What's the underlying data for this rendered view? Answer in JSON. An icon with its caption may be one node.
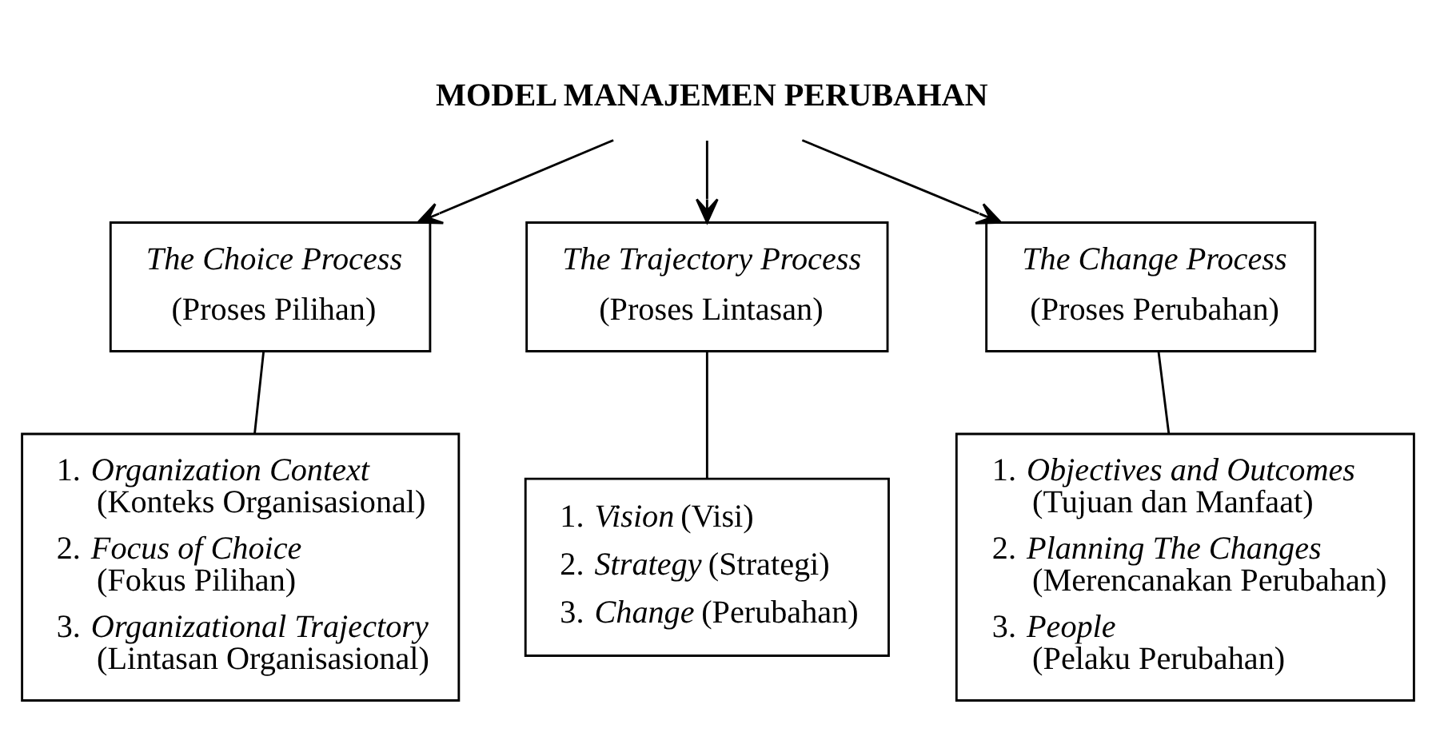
{
  "diagram": {
    "nodes": [
      {
        "text": [
          "MODEL MANAJEMEN PERUBAHAN"
        ]
      },
      {
        "text": [
          "The Choice Process",
          "(Proses Pilihan)"
        ]
      },
      {
        "text": [
          "The Trajectory Process",
          "(Proses Lintasan)"
        ]
      },
      {
        "text": [
          "The Change Process",
          "(Proses Perubahan)"
        ]
      },
      {
        "text": [
          "1. *Organization Context* (Konteks Organisasional)",
          "2. *Focus of Choice* (Fokus Pilihan)",
          "3. *Organizational Trajectory* (Lintasan Organisasional)"
        ]
      },
      {
        "text": [
          "1. *Vision* (Visi)",
          "2. *Strategy* (Strategi)",
          "3. *Change* (Perubahan)"
        ]
      },
      {
        "text": [
          "1. *Objectives and Outcomes* (Tujuan dan Manfaat)",
          "2. *Planning The Changes* (Merencanakan Perubahan)",
          "3. *People* (Pelaku Perubahan)"
        ]
      }
    ],
    "edges": [
      {
        "from": 0,
        "to": 1,
        "arrow": "to"
      },
      {
        "from": 0,
        "to": 2,
        "arrow": "to"
      },
      {
        "from": 0,
        "to": 3,
        "arrow": "to"
      },
      {
        "from": 1,
        "to": 4,
        "arrow": "none"
      },
      {
        "from": 2,
        "to": 5,
        "arrow": "none"
      },
      {
        "from": 3,
        "to": 6,
        "arrow": "none"
      }
    ]
  }
}
